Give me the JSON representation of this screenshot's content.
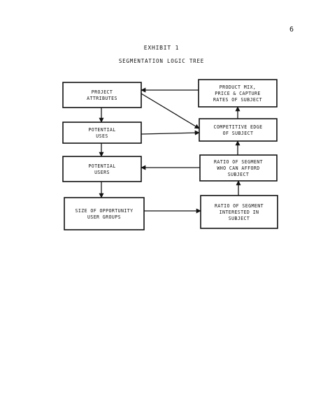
{
  "page": {
    "number": "6",
    "exhibit": "EXHIBIT 1",
    "title": "SEGMENTATION LOGIC TREE"
  },
  "nodes": {
    "project_attributes": [
      "PROJECT",
      "ATTRIBUTES"
    ],
    "potential_uses": [
      "POTENTIAL",
      "USES"
    ],
    "potential_users": [
      "POTENTIAL",
      "USERS"
    ],
    "size_of_opportunity": [
      "SIZE OF OPPORTUNITY",
      "USER GROUPS"
    ],
    "product_mix": [
      "PRODUCT MIX,",
      "PRICE & CAPTURE",
      "RATES OF SUBJECT"
    ],
    "competitive_edge": [
      "COMPETITIVE EDGE",
      "OF SUBJECT"
    ],
    "ratio_afford": [
      "RATIO OF SEGMENT",
      "WHO CAN AFFORD",
      "SUBJECT"
    ],
    "ratio_interested": [
      "RATIO OF SEGMENT",
      "INTERESTED IN",
      "SUBJECT"
    ]
  },
  "edges": [
    {
      "from": "project_attributes",
      "to": "potential_uses"
    },
    {
      "from": "potential_uses",
      "to": "potential_users"
    },
    {
      "from": "potential_users",
      "to": "size_of_opportunity"
    },
    {
      "from": "size_of_opportunity",
      "to": "ratio_interested"
    },
    {
      "from": "ratio_interested",
      "to": "ratio_afford"
    },
    {
      "from": "ratio_afford",
      "to": "potential_users"
    },
    {
      "from": "ratio_afford",
      "to": "competitive_edge"
    },
    {
      "from": "competitive_edge",
      "to": "product_mix"
    },
    {
      "from": "product_mix",
      "to": "project_attributes"
    },
    {
      "from": "project_attributes",
      "to": "competitive_edge"
    },
    {
      "from": "potential_uses",
      "to": "competitive_edge"
    }
  ]
}
